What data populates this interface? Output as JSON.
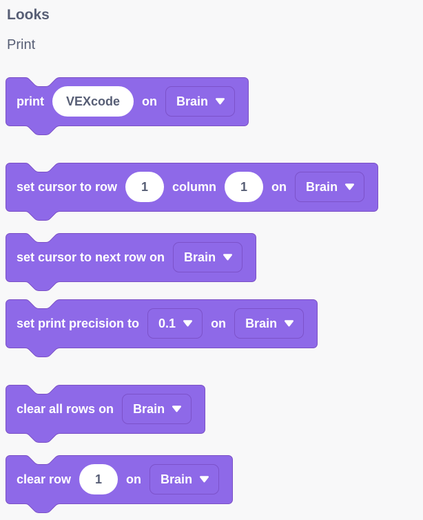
{
  "palette": {
    "category_title": "Looks",
    "section_title": "Print"
  },
  "colors": {
    "background": "#F8F8F9",
    "block_fill": "#8E69E8",
    "block_border": "#7A4FC5",
    "dropdown_border": "#7C52C9",
    "heading_text": "#575E75",
    "input_text": "#575E75",
    "block_text": "#FFFFFF"
  },
  "icons": {
    "dropdown_arrow": "chevron-down-triangle-icon"
  },
  "blocks": [
    {
      "name": "print",
      "parts": [
        {
          "type": "label",
          "text": "print"
        },
        {
          "type": "input",
          "name": "print-text-input",
          "value": "VEXcode"
        },
        {
          "type": "label",
          "text": "on"
        },
        {
          "type": "dropdown",
          "name": "device-dropdown",
          "value": "Brain"
        }
      ]
    },
    {
      "name": "set-cursor-to-row-column",
      "parts": [
        {
          "type": "label",
          "text": "set cursor to row"
        },
        {
          "type": "input",
          "name": "row-input",
          "value": "1"
        },
        {
          "type": "label",
          "text": "column"
        },
        {
          "type": "input",
          "name": "column-input",
          "value": "1"
        },
        {
          "type": "label",
          "text": "on"
        },
        {
          "type": "dropdown",
          "name": "device-dropdown",
          "value": "Brain"
        }
      ]
    },
    {
      "name": "set-cursor-to-next-row",
      "parts": [
        {
          "type": "label",
          "text": "set cursor to next row on"
        },
        {
          "type": "dropdown",
          "name": "device-dropdown",
          "value": "Brain"
        }
      ]
    },
    {
      "name": "set-print-precision",
      "parts": [
        {
          "type": "label",
          "text": "set print precision to"
        },
        {
          "type": "dropdown",
          "name": "precision-dropdown",
          "value": "0.1"
        },
        {
          "type": "label",
          "text": "on"
        },
        {
          "type": "dropdown",
          "name": "device-dropdown",
          "value": "Brain"
        }
      ]
    },
    {
      "name": "clear-all-rows",
      "parts": [
        {
          "type": "label",
          "text": "clear all rows on"
        },
        {
          "type": "dropdown",
          "name": "device-dropdown",
          "value": "Brain"
        }
      ]
    },
    {
      "name": "clear-row",
      "parts": [
        {
          "type": "label",
          "text": "clear row"
        },
        {
          "type": "input",
          "name": "row-input",
          "value": "1"
        },
        {
          "type": "label",
          "text": "on"
        },
        {
          "type": "dropdown",
          "name": "device-dropdown",
          "value": "Brain"
        }
      ]
    }
  ]
}
